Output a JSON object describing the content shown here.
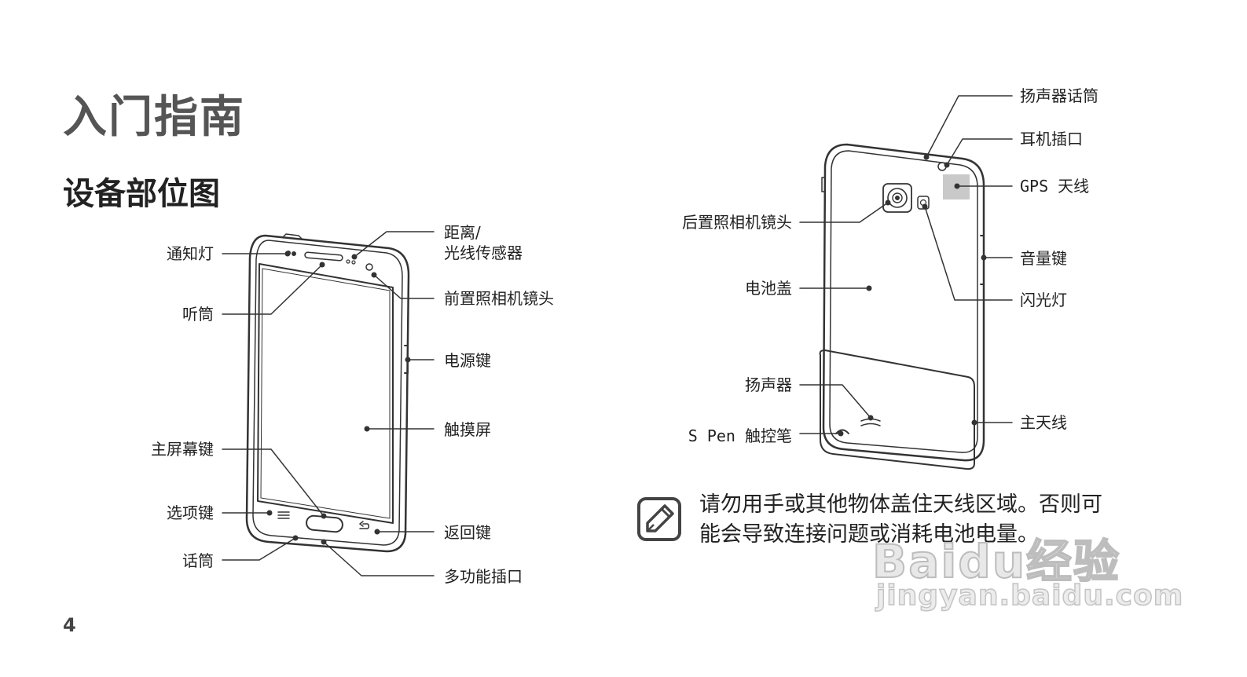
{
  "page": {
    "title": "入门指南",
    "subtitle": "设备部位图",
    "page_number": "4"
  },
  "front_labels": {
    "notification_light": "通知灯",
    "earpiece": "听筒",
    "home_key": "主屏幕键",
    "menu_key": "选项键",
    "mouthpiece": "话筒",
    "proximity_sensor_line1": "距离/",
    "proximity_sensor_line2": "光线传感器",
    "front_camera": "前置照相机镜头",
    "power_key": "电源键",
    "touch_screen": "触摸屏",
    "back_key": "返回键",
    "multifunction_jack": "多功能插口"
  },
  "back_labels": {
    "speakerphone_mic": "扬声器话筒",
    "headset_jack": "耳机插口",
    "gps_antenna": "GPS 天线",
    "rear_camera": "后置照相机镜头",
    "volume_key": "音量键",
    "flash": "闪光灯",
    "battery_cover": "电池盖",
    "speaker": "扬声器",
    "main_antenna": "主天线",
    "s_pen": "S Pen 触控笔"
  },
  "note": {
    "line1": "请勿用手或其他物体盖住天线区域。否则可",
    "line2": "能会导致连接问题或消耗电池电量。",
    "icon": "note-pencil-icon"
  },
  "watermark": {
    "brand": "Baidu经验",
    "url": "jingyan.baidu.com"
  }
}
